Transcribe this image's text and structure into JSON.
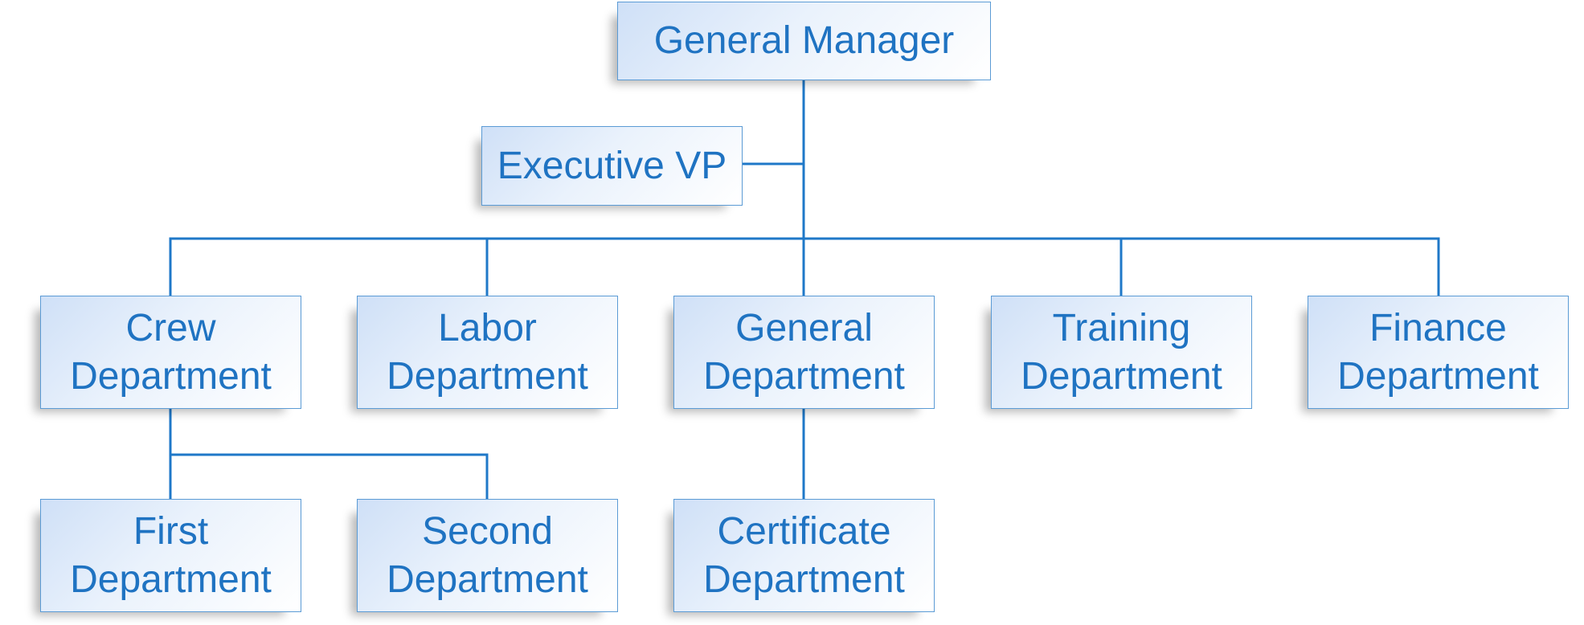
{
  "nodes": {
    "general_manager": {
      "lines": [
        "General Manager"
      ]
    },
    "executive_vp": {
      "lines": [
        "Executive VP"
      ]
    },
    "crew_department": {
      "lines": [
        "Crew",
        "Department"
      ]
    },
    "labor_department": {
      "lines": [
        "Labor",
        "Department"
      ]
    },
    "general_department": {
      "lines": [
        "General",
        "Department"
      ]
    },
    "training_department": {
      "lines": [
        "Training",
        "Department"
      ]
    },
    "finance_department": {
      "lines": [
        "Finance",
        "Department"
      ]
    },
    "first_department": {
      "lines": [
        "First",
        "Department"
      ]
    },
    "second_department": {
      "lines": [
        "Second",
        "Department"
      ]
    },
    "certificate_department": {
      "lines": [
        "Certificate",
        "Department"
      ]
    }
  },
  "colors": {
    "connector": "#1f78c8",
    "border": "#5b9bd5",
    "text": "#1f73c2"
  }
}
